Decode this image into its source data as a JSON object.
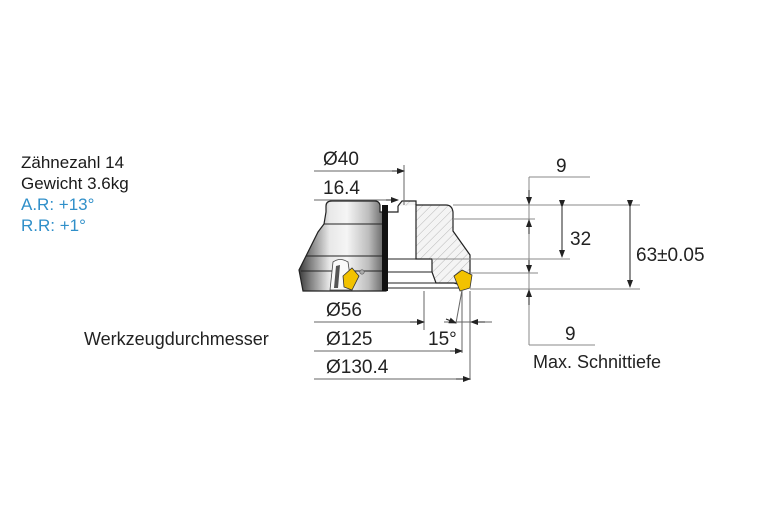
{
  "specs": {
    "teeth": "Zähnezahl 14",
    "weight": "Gewicht 3.6kg",
    "axial_rake": "A.R: +13°",
    "radial_rake": "R.R: +1°",
    "rake_color": "#2f8fc9"
  },
  "dimensions": {
    "bore_diameter": "Ø40",
    "key_width": "16.4",
    "hub_diameter": "Ø56",
    "tool_diameter_label": "Werkzeugdurchmesser",
    "tool_diameter": "Ø125",
    "max_diameter": "Ø130.4",
    "lead_angle": "15°",
    "top_depth": "9",
    "bore_depth": "32",
    "total_height": "63±0.05",
    "max_cut_depth": "9",
    "max_cut_depth_label": "Max. Schnittiefe"
  },
  "colors": {
    "insert": "#f2c200",
    "hatch": "#b8b8b8",
    "line": "#666666"
  }
}
